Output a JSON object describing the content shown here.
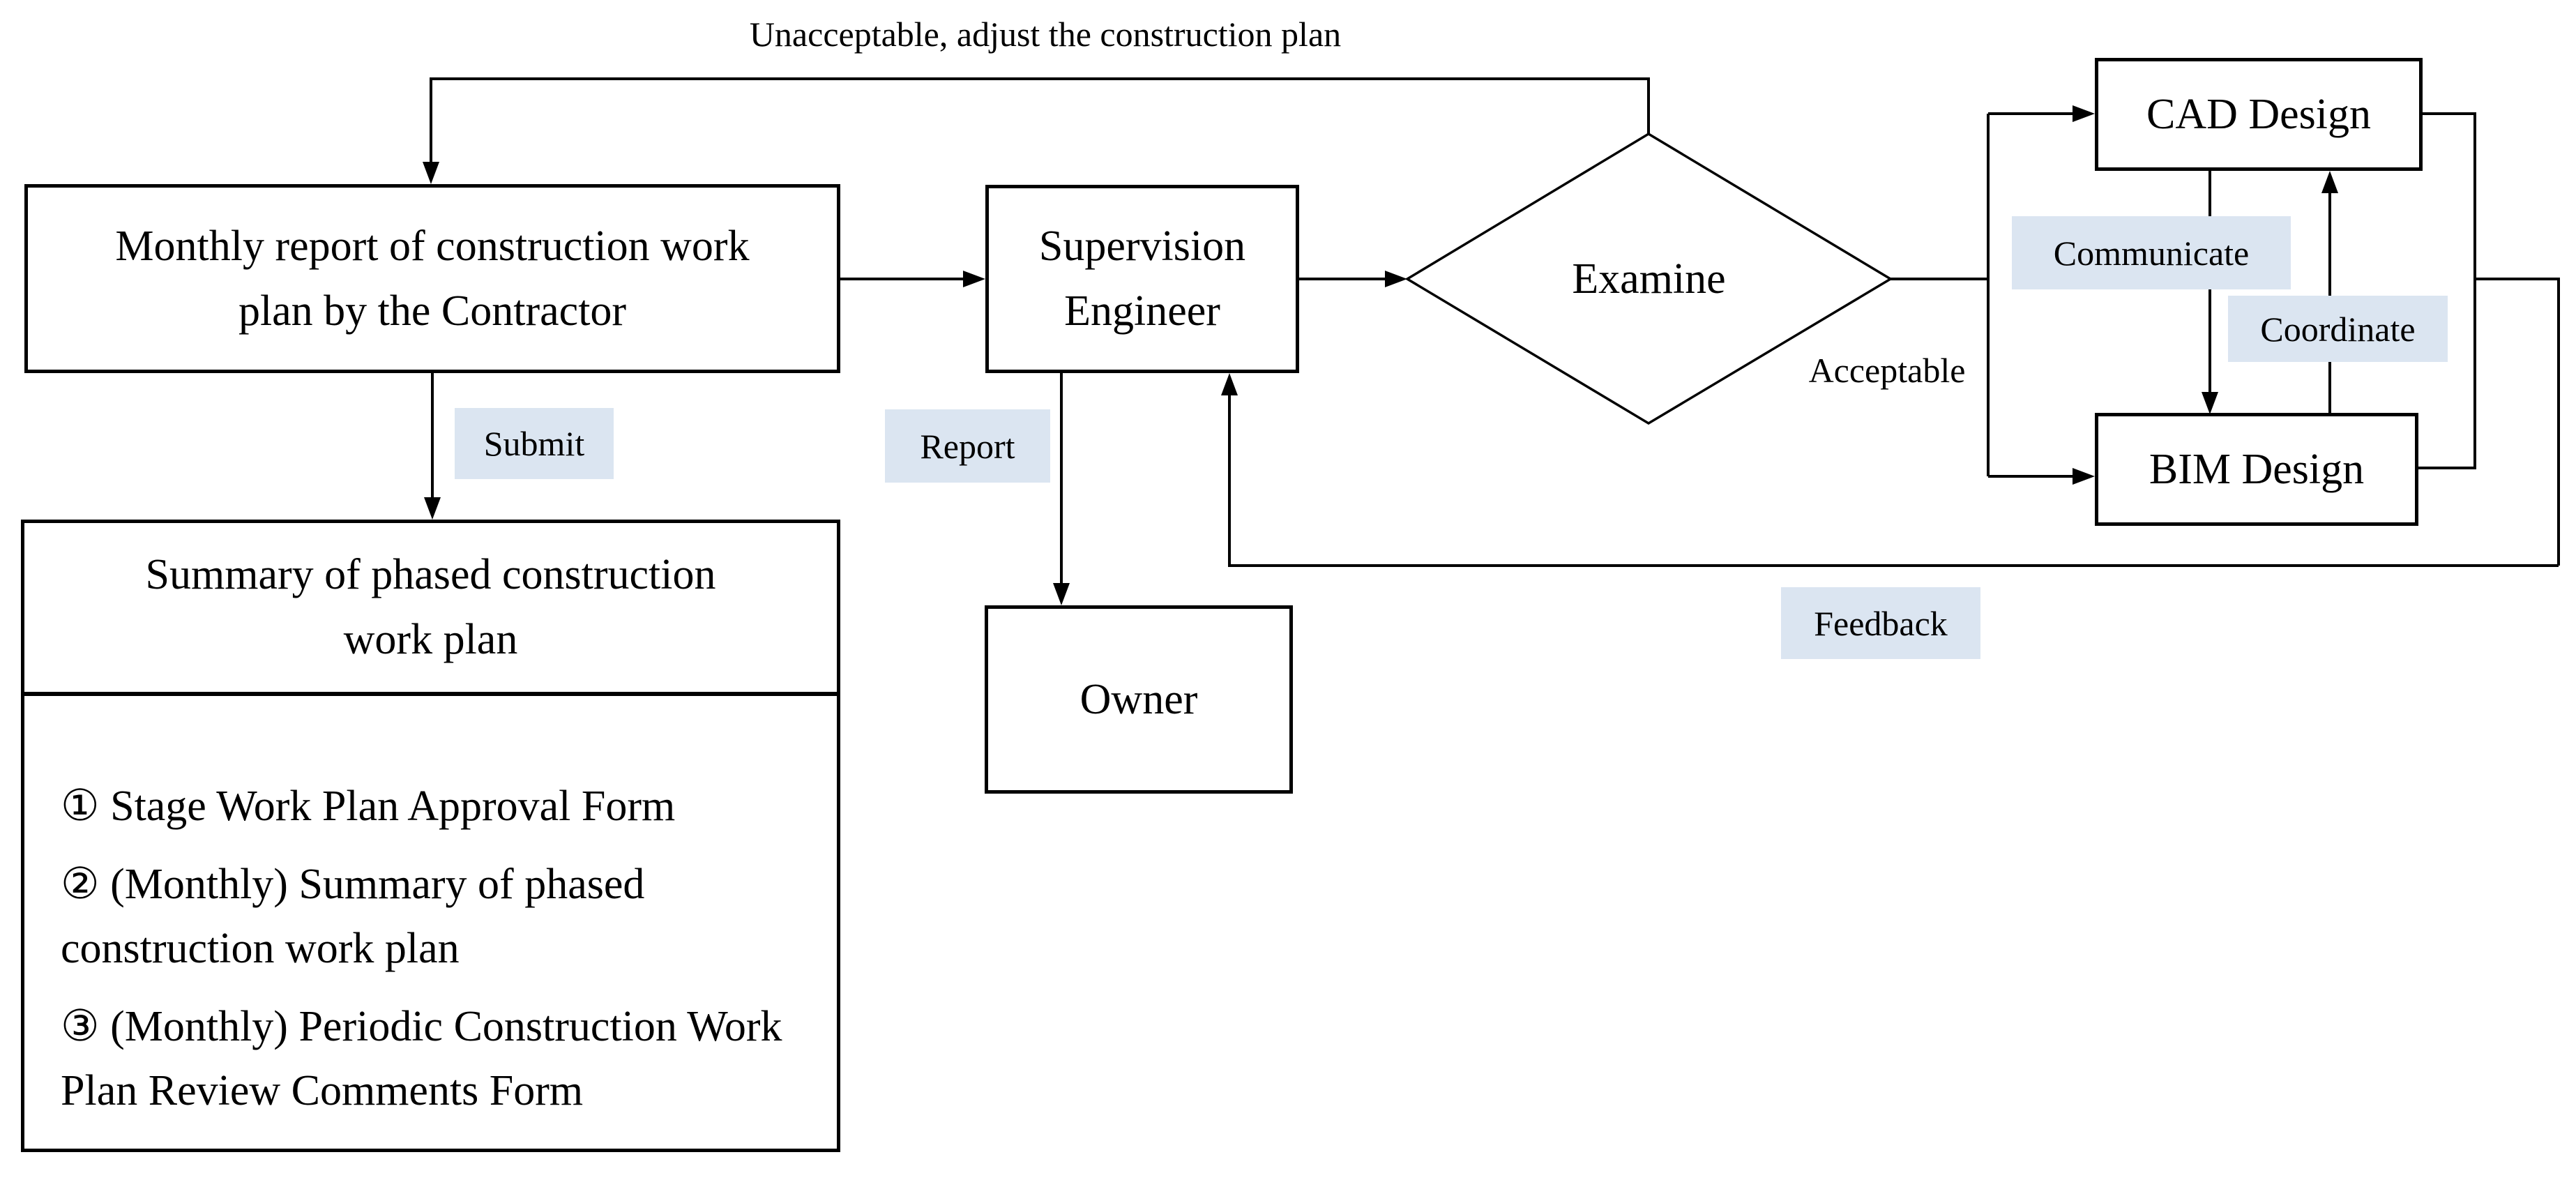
{
  "colors": {
    "background": "#ffffff",
    "line": "#000000",
    "text": "#000000",
    "label_bg": "#dbe5f1"
  },
  "nodes": {
    "monthly_report": {
      "lines": [
        "Monthly report of construction work",
        "plan by the Contractor"
      ]
    },
    "supervision_engineer": {
      "lines": [
        "Supervision",
        "Engineer"
      ]
    },
    "examine": {
      "label": "Examine"
    },
    "cad_design": {
      "label": "CAD Design"
    },
    "bim_design": {
      "label": "BIM Design"
    },
    "owner": {
      "label": "Owner"
    },
    "summary": {
      "lines": [
        "Summary of phased construction",
        "work plan"
      ]
    },
    "summary_items": [
      {
        "lines": [
          "① Stage Work Plan Approval Form"
        ]
      },
      {
        "lines": [
          "② (Monthly) Summary of phased",
          "construction work plan"
        ]
      },
      {
        "lines": [
          "③ (Monthly) Periodic Construction",
          "Work Plan Review Comments Form"
        ]
      }
    ]
  },
  "edge_labels": {
    "unacceptable": "Unacceptable, adjust the construction plan",
    "acceptable": "Acceptable",
    "submit": "Submit",
    "report": "Report",
    "communicate": "Communicate",
    "coordinate": "Coordinate",
    "feedback": "Feedback"
  }
}
